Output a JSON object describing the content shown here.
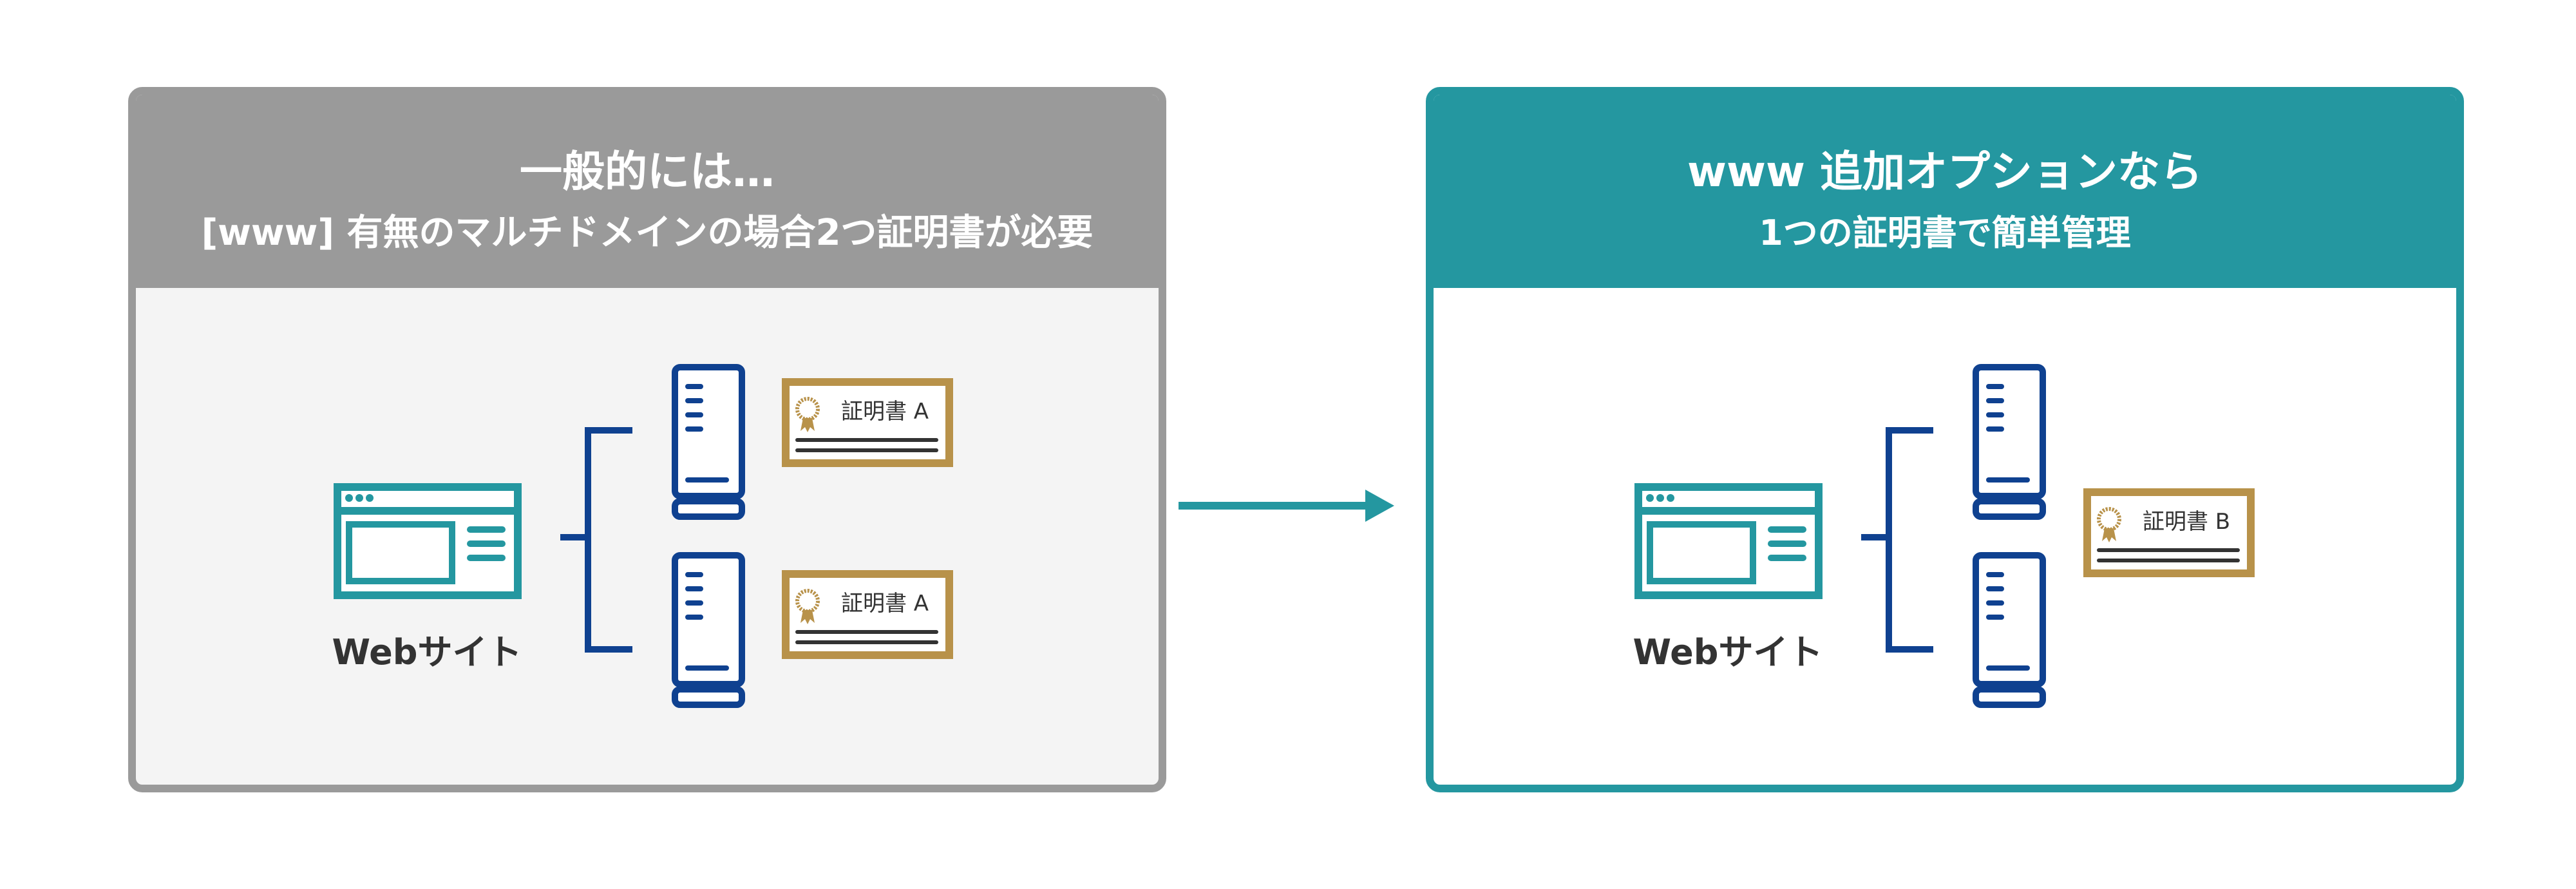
{
  "left_panel": {
    "title": "一般的には…",
    "subtitle": "[www] 有無のマルチドメインの場合2つ証明書が必要",
    "site_label": "Webサイト",
    "certificates": [
      "証明書 A",
      "証明書 A"
    ]
  },
  "right_panel": {
    "title": "www 追加オプションなら",
    "subtitle": "1つの証明書で簡単管理",
    "site_label": "Webサイト",
    "certificates": [
      "証明書 B"
    ]
  },
  "icons": [
    "browser-window-icon",
    "server-icon",
    "certificate-icon",
    "ribbon-badge-icon",
    "arrow-right-icon"
  ],
  "colors": {
    "gray": "#9a9a9a",
    "teal": "#2497a0",
    "navy": "#0f4190",
    "gold": "#b8924a",
    "text": "#333333",
    "panel_bg": "#f4f4f4"
  }
}
